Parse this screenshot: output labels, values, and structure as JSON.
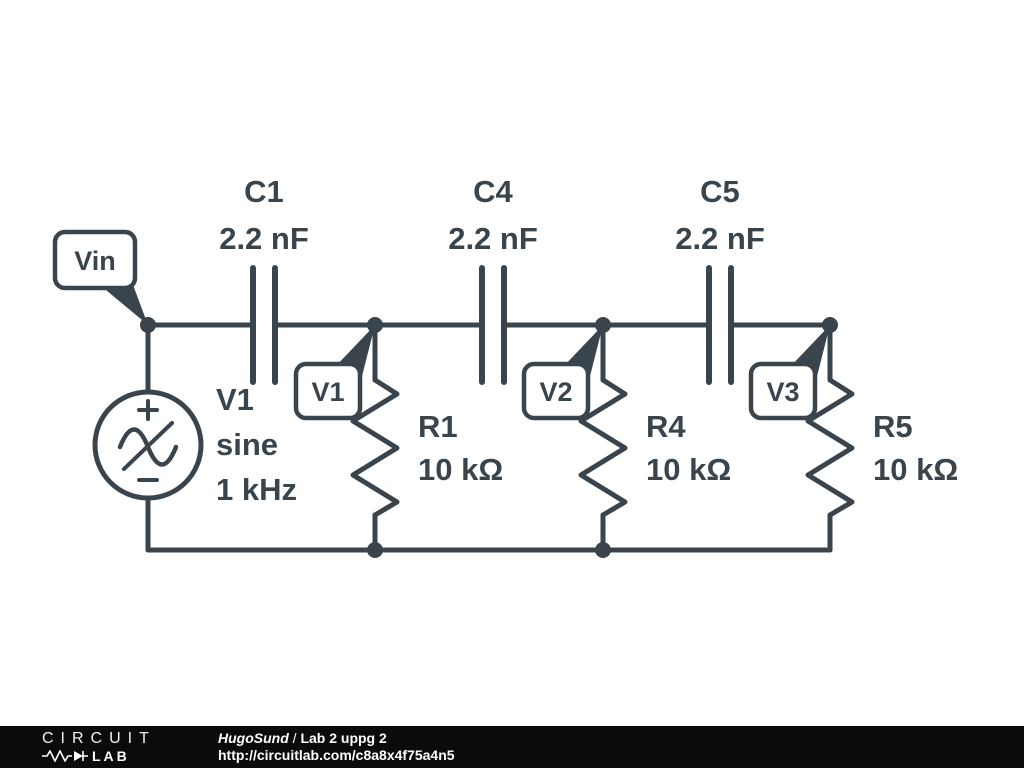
{
  "colors": {
    "line": "#3a444c",
    "background": "#ffffff",
    "footer_bg": "#0b0b0b",
    "footer_text": "#ffffff"
  },
  "schematic": {
    "source": {
      "ref": "V1",
      "waveform": "sine",
      "frequency": "1 kHz"
    },
    "capacitors": [
      {
        "ref": "C1",
        "value": "2.2 nF"
      },
      {
        "ref": "C4",
        "value": "2.2 nF"
      },
      {
        "ref": "C5",
        "value": "2.2 nF"
      }
    ],
    "resistors": [
      {
        "ref": "R1",
        "value": "10 kΩ"
      },
      {
        "ref": "R4",
        "value": "10 kΩ"
      },
      {
        "ref": "R5",
        "value": "10 kΩ"
      }
    ],
    "nodes": [
      {
        "label": "Vin"
      },
      {
        "label": "V1"
      },
      {
        "label": "V2"
      },
      {
        "label": "V3"
      }
    ]
  },
  "footer": {
    "logo_top": "CIRCUIT",
    "logo_bottom": "LAB",
    "author": "HugoSund",
    "divider": " / ",
    "title": "Lab 2 uppg 2",
    "url": "http://circuitlab.com/c8a8x4f75a4n5"
  }
}
